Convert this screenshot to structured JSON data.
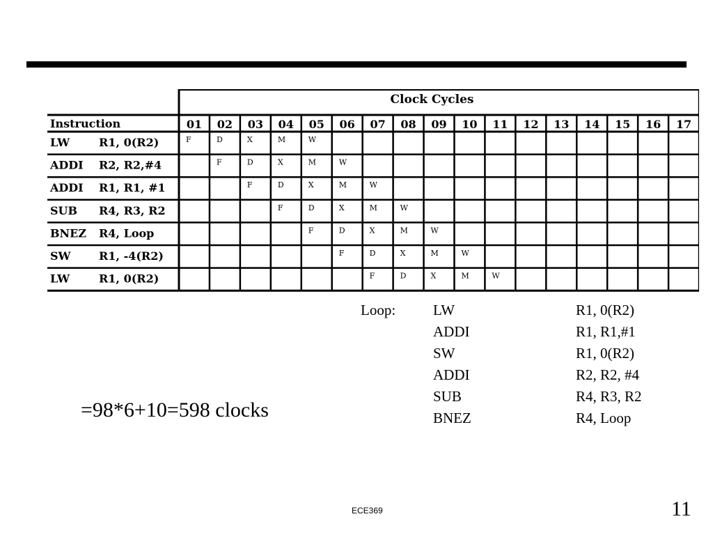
{
  "pipeline": {
    "header": "Clock Cycles",
    "instruction_header": "Instruction",
    "cycles": [
      "01",
      "02",
      "03",
      "04",
      "05",
      "06",
      "07",
      "08",
      "09",
      "10",
      "11",
      "12",
      "13",
      "14",
      "15",
      "16",
      "17"
    ],
    "rows": [
      {
        "op": "LW",
        "args": "R1, 0(R2)",
        "start": 0
      },
      {
        "op": "ADDI",
        "args": "R2, R2,#4",
        "start": 1
      },
      {
        "op": "ADDI",
        "args": "R1, R1, #1",
        "start": 2
      },
      {
        "op": "SUB",
        "args": "R4, R3, R2",
        "start": 3
      },
      {
        "op": "BNEZ",
        "args": "R4, Loop",
        "start": 4
      },
      {
        "op": "SW",
        "args": "R1, -4(R2)",
        "start": 5
      },
      {
        "op": "LW",
        "args": "R1, 0(R2)",
        "start": 6
      }
    ],
    "stages": [
      "F",
      "D",
      "X",
      "M",
      "W"
    ]
  },
  "code": {
    "label": "Loop:",
    "lines": [
      {
        "op": "LW",
        "args": "R1, 0(R2)"
      },
      {
        "op": "ADDI",
        "args": "R1, R1,#1"
      },
      {
        "op": "SW",
        "args": "R1, 0(R2)"
      },
      {
        "op": "ADDI",
        "args": "R2, R2, #4"
      },
      {
        "op": "SUB",
        "args": "R4, R3, R2"
      },
      {
        "op": "BNEZ",
        "args": "R4, Loop"
      }
    ]
  },
  "formula": "=98*6+10=598 clocks",
  "footer": "ECE369",
  "slide_number": "11"
}
